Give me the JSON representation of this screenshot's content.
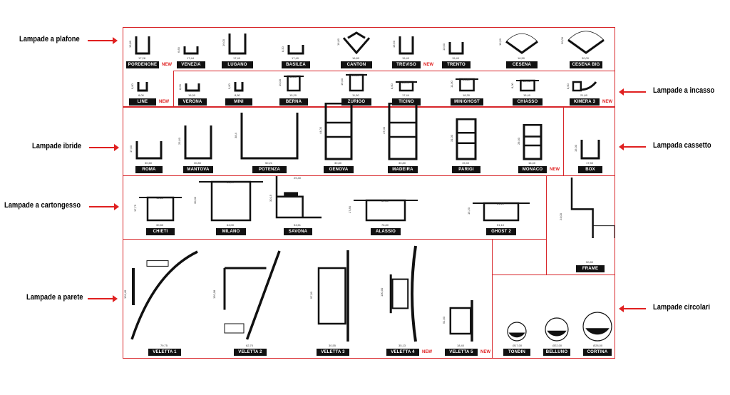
{
  "categories_left": [
    {
      "label": "Lampade a plafone"
    },
    {
      "label": "Lampade ibride"
    },
    {
      "label": "Lampade a cartongesso"
    },
    {
      "label": "Lampade a parete"
    }
  ],
  "categories_right": [
    {
      "label": "Lampade a incasso"
    },
    {
      "label": "Lampada cassetto"
    },
    {
      "label": "Lampade circolari"
    }
  ],
  "new_label": "NEW",
  "colors": {
    "accent": "#d8262a",
    "badge": "#111111"
  },
  "profiles": [
    {
      "label": "PORDENONE",
      "new": true,
      "dims": [
        "13,80",
        "17,28"
      ]
    },
    {
      "label": "VENEZIA",
      "new": false,
      "dims": [
        "6,80",
        "17,44"
      ]
    },
    {
      "label": "LUGANO",
      "new": false,
      "dims": [
        "16,00",
        "17,40"
      ]
    },
    {
      "label": "BASILEA",
      "new": false,
      "dims": [
        "8,20",
        "17,40"
      ]
    },
    {
      "label": "CANTON",
      "new": false,
      "dims": [
        "16,80",
        "16,80"
      ]
    },
    {
      "label": "TREVISO",
      "new": true,
      "dims": [
        "13,50",
        "15,40"
      ]
    },
    {
      "label": "TRENTO",
      "new": false,
      "dims": [
        "10,00",
        "15,40"
      ]
    },
    {
      "label": "CESENA",
      "new": false,
      "dims": [
        "16,50",
        "16,50"
      ]
    },
    {
      "label": "CESENA BIG",
      "new": false,
      "dims": [
        "30,00",
        "30,00"
      ]
    },
    {
      "label": "LINE",
      "new": true,
      "dims": [
        "9,00",
        "8,00"
      ]
    },
    {
      "label": "VERONA",
      "new": false,
      "dims": [
        "8,00",
        "16,00"
      ]
    },
    {
      "label": "MINI",
      "new": false,
      "dims": [
        "9,00",
        "8,80"
      ]
    },
    {
      "label": "BERNA",
      "new": false,
      "dims": [
        "10,00",
        "15,20",
        "15,20"
      ]
    },
    {
      "label": "ZURIGO",
      "new": false,
      "dims": [
        "16,00",
        "11,50",
        "23,30"
      ]
    },
    {
      "label": "TICINO",
      "new": false,
      "dims": [
        "8,00",
        "17,44",
        "23,40"
      ]
    },
    {
      "label": "MINIGHOST",
      "new": false,
      "dims": [
        "11,00",
        "18,30",
        "21,60"
      ]
    },
    {
      "label": "CHIASSO",
      "new": false,
      "dims": [
        "8,00",
        "15,40",
        "24,40"
      ]
    },
    {
      "label": "KIMERA 3",
      "new": true,
      "dims": [
        "8,00",
        "21,60"
      ]
    },
    {
      "label": "ROMA",
      "new": false,
      "dims": [
        "17,00",
        "30,60"
      ]
    },
    {
      "label": "MANTOVA",
      "new": false,
      "dims": [
        "25,60",
        "30,80"
      ]
    },
    {
      "label": "POTENZA",
      "new": false,
      "dims": [
        "38,4",
        "50,21"
      ]
    },
    {
      "label": "GENOVA",
      "new": false,
      "dims": [
        "44,00",
        "30,80"
      ]
    },
    {
      "label": "MADEIRA",
      "new": false,
      "dims": [
        "47,00",
        "30,80"
      ]
    },
    {
      "label": "PARIGI",
      "new": false,
      "dims": [
        "31,00",
        "19,40"
      ]
    },
    {
      "label": "MONACO",
      "new": true,
      "dims": [
        "28,00",
        "16,40"
      ]
    },
    {
      "label": "BOX",
      "new": false,
      "dims": [
        "15,00",
        "17,50"
      ]
    },
    {
      "label": "CHIETI",
      "new": false,
      "dims": [
        "17,75",
        "30,80",
        "42,60"
      ]
    },
    {
      "label": "MILANO",
      "new": false,
      "dims": [
        "30,00",
        "64,00",
        "66,70"
      ]
    },
    {
      "label": "SAVONA",
      "new": false,
      "dims": [
        "30,15",
        "54,61",
        "29,40"
      ]
    },
    {
      "label": "ALASSIO",
      "new": false,
      "dims": [
        "17,80",
        "78,80",
        "30,80"
      ]
    },
    {
      "label": "GHOST 2",
      "new": false,
      "dims": [
        "15,20",
        "51,10",
        "21,10"
      ]
    },
    {
      "label": "FRAME",
      "new": false,
      "dims": [
        "24,00",
        "50,80"
      ]
    },
    {
      "label": "VELETTA 1",
      "new": false,
      "dims": [
        "101,40",
        "79,75"
      ]
    },
    {
      "label": "VELETTA 2",
      "new": false,
      "dims": [
        "150,08",
        "62,70"
      ]
    },
    {
      "label": "VELETTA 3",
      "new": false,
      "dims": [
        "97,00",
        "30,55"
      ]
    },
    {
      "label": "VELETTA 4",
      "new": true,
      "dims": [
        "100,00",
        "35,13"
      ]
    },
    {
      "label": "VELETTA 5",
      "new": true,
      "dims": [
        "51,00",
        "18,40"
      ]
    },
    {
      "label": "TONDIN",
      "new": false,
      "dims": [
        "Ø17,00"
      ]
    },
    {
      "label": "BELLUNO",
      "new": false,
      "dims": [
        "Ø22,00"
      ]
    },
    {
      "label": "CORTINA",
      "new": false,
      "dims": [
        "Ø28,00"
      ]
    }
  ]
}
